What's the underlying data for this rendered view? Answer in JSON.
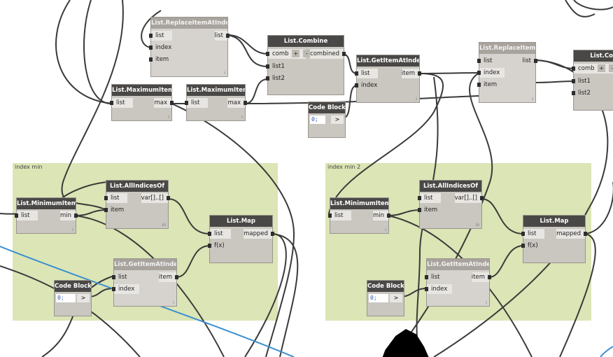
{
  "groups": {
    "left_title": "index min",
    "right_title": "index min 2"
  },
  "nodes": {
    "replace1": {
      "title": "List.ReplaceItemAtIndex",
      "in": [
        "list",
        "index",
        "item"
      ],
      "out": "list",
      "lacing": "⁞"
    },
    "combine1": {
      "title": "List.Combine",
      "in": [
        "comb",
        "list1",
        "list2"
      ],
      "out": "combined",
      "plus": "+",
      "minus": "-"
    },
    "getitem_top": {
      "title": "List.GetItemAtIndex",
      "in": [
        "list",
        "index"
      ],
      "out": "item",
      "lacing": "⁞"
    },
    "replace2": {
      "title": "List.ReplaceItemAtIndex",
      "in": [
        "list",
        "index",
        "item"
      ],
      "out": "list",
      "lacing": "⁞"
    },
    "combine2": {
      "title": "List.Co",
      "in": [
        "comb",
        "list1",
        "list2"
      ],
      "plus": "+",
      "minus": "-"
    },
    "max1": {
      "title": "List.MaximumItem",
      "in": [
        "list"
      ],
      "out": "max",
      "lacing": "⁞"
    },
    "max2": {
      "title": "List.MaximumItem",
      "in": [
        "list"
      ],
      "out": "max",
      "lacing": "⁞"
    },
    "code_top": {
      "title": "Code Block",
      "code": "0;",
      "out": ">"
    },
    "min_left": {
      "title": "List.MinimumItem",
      "in": [
        "list"
      ],
      "out": "min",
      "lacing": "⁞"
    },
    "allidx_left": {
      "title": "List.AllIndicesOf",
      "in": [
        "list",
        "item"
      ],
      "out": "var[]..[]",
      "lacing": "⁞⁞⁞"
    },
    "map_left": {
      "title": "List.Map",
      "in": [
        "list",
        "f(x)"
      ],
      "out": "mapped"
    },
    "getitem_left": {
      "title": "List.GetItemAtIndex",
      "in": [
        "list",
        "index"
      ],
      "out": "item",
      "lacing": "⁞"
    },
    "code_left": {
      "title": "Code Block",
      "code": "0;",
      "out": ">"
    },
    "min_right": {
      "title": "List.MinimumItem",
      "in": [
        "list"
      ],
      "out": "min",
      "lacing": "⁞"
    },
    "allidx_right": {
      "title": "List.AllIndicesOf",
      "in": [
        "list",
        "item"
      ],
      "out": "var[]..[]",
      "lacing": "⁞⁞⁞"
    },
    "map_right": {
      "title": "List.Map",
      "in": [
        "list",
        "f(x)"
      ],
      "out": "mapped"
    },
    "getitem_right": {
      "title": "List.GetItemAtIndex",
      "in": [
        "list",
        "index"
      ],
      "out": "item",
      "lacing": "⁞"
    },
    "code_right": {
      "title": "Code Block",
      "code": "0;",
      "out": ">"
    }
  },
  "colors": {
    "group_fill": "#dbe5b5",
    "wire": "#3a3a3a",
    "wire_highlight": "#3b8fd0",
    "node_header": "#4a4846",
    "node_body": "#cac6c0"
  }
}
